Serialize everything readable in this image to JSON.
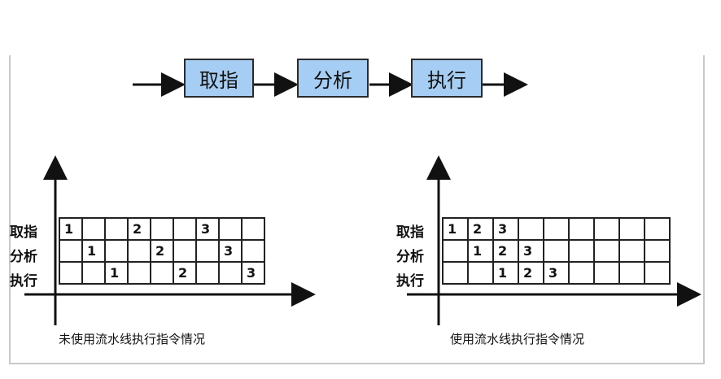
{
  "flow": {
    "stages": [
      "取指",
      "分析",
      "执行"
    ]
  },
  "left_table": {
    "rows": [
      {
        "label": "取指",
        "cells": [
          "1",
          "",
          "",
          "2",
          "",
          "",
          "3",
          "",
          ""
        ]
      },
      {
        "label": "分析",
        "cells": [
          "",
          "1",
          "",
          "",
          "2",
          "",
          "",
          "3",
          ""
        ]
      },
      {
        "label": "执行",
        "cells": [
          "",
          "",
          "1",
          "",
          "",
          "2",
          "",
          "",
          "3"
        ]
      }
    ],
    "caption": "未使用流水线执行指令情况"
  },
  "right_table": {
    "rows": [
      {
        "label": "取指",
        "cells": [
          "1",
          "2",
          "3",
          "",
          "",
          "",
          "",
          "",
          ""
        ]
      },
      {
        "label": "分析",
        "cells": [
          "",
          "1",
          "2",
          "3",
          "",
          "",
          "",
          "",
          ""
        ]
      },
      {
        "label": "执行",
        "cells": [
          "",
          "",
          "1",
          "2",
          "3",
          "",
          "",
          "",
          ""
        ]
      }
    ],
    "caption": "使用流水线执行指令情况"
  },
  "colors": {
    "stage_fill": "#a6cdf3",
    "line": "#222222"
  }
}
